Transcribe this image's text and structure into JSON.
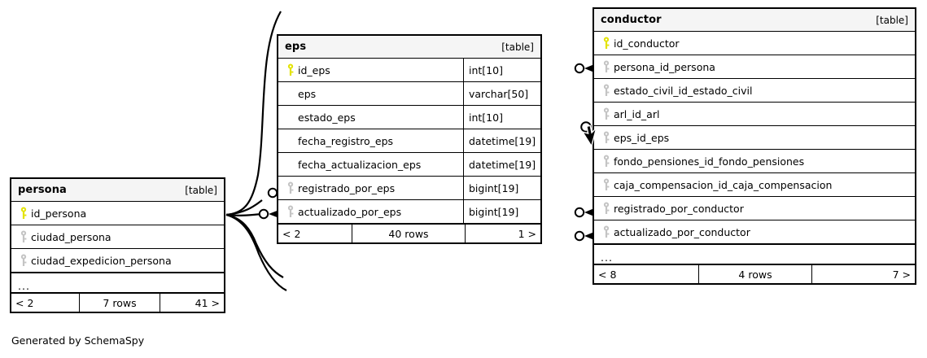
{
  "diagram": {
    "caption": "Generated by SchemaSpy",
    "table_kind_label": "[table]",
    "ellipsis": "...",
    "colors": {
      "primary_key": "#e3e300",
      "foreign_key": "#c4c4c4",
      "border": "#000000",
      "header_bg": "#f5f5f5",
      "page_bg": "#ffffff"
    }
  },
  "tables": {
    "eps": {
      "name": "eps",
      "kind": "[table]",
      "columns": [
        {
          "name": "id_eps",
          "type": "int[10]",
          "key": "primary"
        },
        {
          "name": "eps",
          "type": "varchar[50]",
          "key": "none"
        },
        {
          "name": "estado_eps",
          "type": "int[10]",
          "key": "none"
        },
        {
          "name": "fecha_registro_eps",
          "type": "datetime[19]",
          "key": "none"
        },
        {
          "name": "fecha_actualizacion_eps",
          "type": "datetime[19]",
          "key": "none"
        },
        {
          "name": "registrado_por_eps",
          "type": "bigint[19]",
          "key": "foreign"
        },
        {
          "name": "actualizado_por_eps",
          "type": "bigint[19]",
          "key": "foreign"
        }
      ],
      "footer": {
        "left": "< 2",
        "middle": "40 rows",
        "right": "1 >"
      }
    },
    "persona": {
      "name": "persona",
      "kind": "[table]",
      "columns": [
        {
          "name": "id_persona",
          "type": "",
          "key": "primary"
        },
        {
          "name": "ciudad_persona",
          "type": "",
          "key": "foreign"
        },
        {
          "name": "ciudad_expedicion_persona",
          "type": "",
          "key": "foreign"
        }
      ],
      "has_ellipsis": true,
      "footer": {
        "left": "< 2",
        "middle": "7 rows",
        "right": "41 >"
      }
    },
    "conductor": {
      "name": "conductor",
      "kind": "[table]",
      "columns": [
        {
          "name": "id_conductor",
          "type": "",
          "key": "primary"
        },
        {
          "name": "persona_id_persona",
          "type": "",
          "key": "foreign"
        },
        {
          "name": "estado_civil_id_estado_civil",
          "type": "",
          "key": "foreign"
        },
        {
          "name": "arl_id_arl",
          "type": "",
          "key": "foreign"
        },
        {
          "name": "eps_id_eps",
          "type": "",
          "key": "foreign"
        },
        {
          "name": "fondo_pensiones_id_fondo_pensiones",
          "type": "",
          "key": "foreign"
        },
        {
          "name": "caja_compensacion_id_caja_compensacion",
          "type": "",
          "key": "foreign"
        },
        {
          "name": "registrado_por_conductor",
          "type": "",
          "key": "foreign"
        },
        {
          "name": "actualizado_por_conductor",
          "type": "",
          "key": "foreign"
        }
      ],
      "has_ellipsis": true,
      "footer": {
        "left": "< 8",
        "middle": "4 rows",
        "right": "7 >"
      }
    }
  },
  "relationships": [
    {
      "from": "persona.id_persona",
      "to": "eps.registrado_por_eps"
    },
    {
      "from": "persona.id_persona",
      "to": "eps.actualizado_por_eps"
    },
    {
      "from": "persona.id_persona",
      "to": "conductor.persona_id_persona"
    },
    {
      "from": "persona.id_persona",
      "to": "conductor.registrado_por_conductor"
    },
    {
      "from": "persona.id_persona",
      "to": "conductor.actualizado_por_conductor"
    },
    {
      "from": "eps.id_eps",
      "to": "conductor.eps_id_eps"
    }
  ]
}
